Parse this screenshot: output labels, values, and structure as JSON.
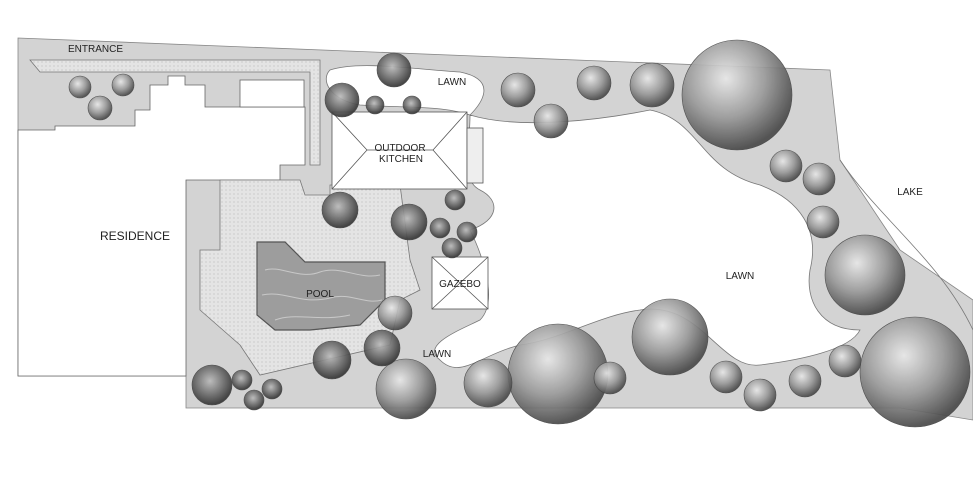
{
  "labels": {
    "entrance": "ENTRANCE",
    "lawn_top": "LAWN",
    "outdoor_kitchen_1": "OUTDOOR",
    "outdoor_kitchen_2": "KITCHEN",
    "residence": "RESIDENCE",
    "pool": "POOL",
    "gazebo": "GAZEBO",
    "lawn_center": "LAWN",
    "lawn_bottom": "LAWN",
    "lake": "LAKE"
  },
  "colors": {
    "ground": "#d3d3d3",
    "paving": "#e2e2e2",
    "pool": "#9a9a9a",
    "line": "#666666"
  }
}
